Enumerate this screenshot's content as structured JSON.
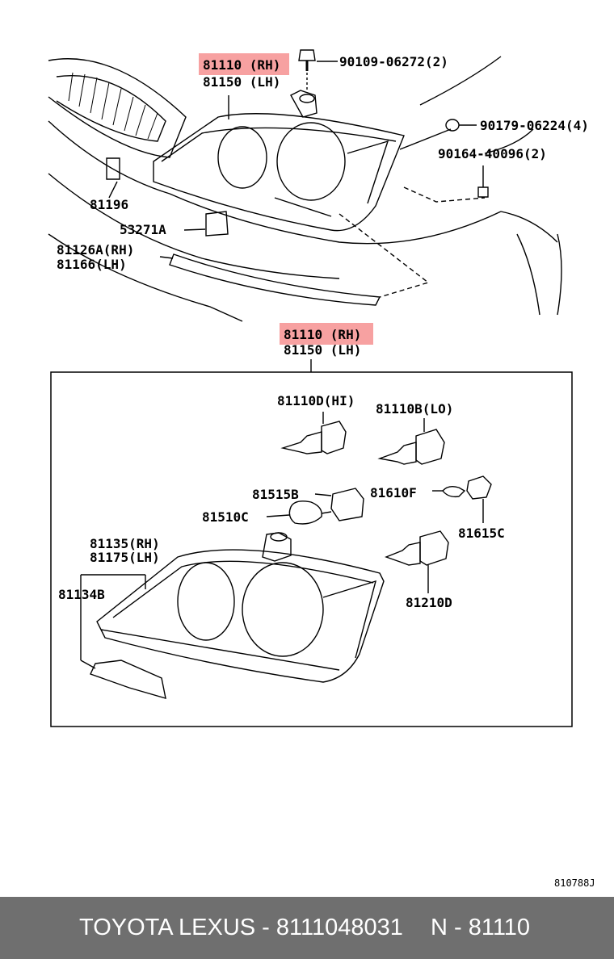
{
  "top": {
    "headlamp_rh": "81110 (RH)",
    "headlamp_lh": "81150 (LH)",
    "bolt": "90109-06272(2)",
    "nut": "90179-06224(4)",
    "screw": "90164-40096(2)",
    "part_81196": "81196",
    "part_53271A": "53271A",
    "trim_rh": "81126A(RH)",
    "trim_lh": "81166(LH)"
  },
  "assembly": {
    "title_rh": "81110 (RH)",
    "title_lh": "81150 (LH)",
    "bulb_hi": "81110D(HI)",
    "bulb_lo": "81110B(LO)",
    "part_81515B": "81515B",
    "part_81510C": "81510C",
    "part_81610F": "81610F",
    "part_81615C": "81615C",
    "lens_rh": "81135(RH)",
    "lens_lh": "81175(LH)",
    "part_81134B": "81134B",
    "part_81210D": "81210D"
  },
  "figure_code": "810788J",
  "footer": {
    "left": "TOYOTA LEXUS - 8111048031",
    "right": "N - 81110"
  }
}
